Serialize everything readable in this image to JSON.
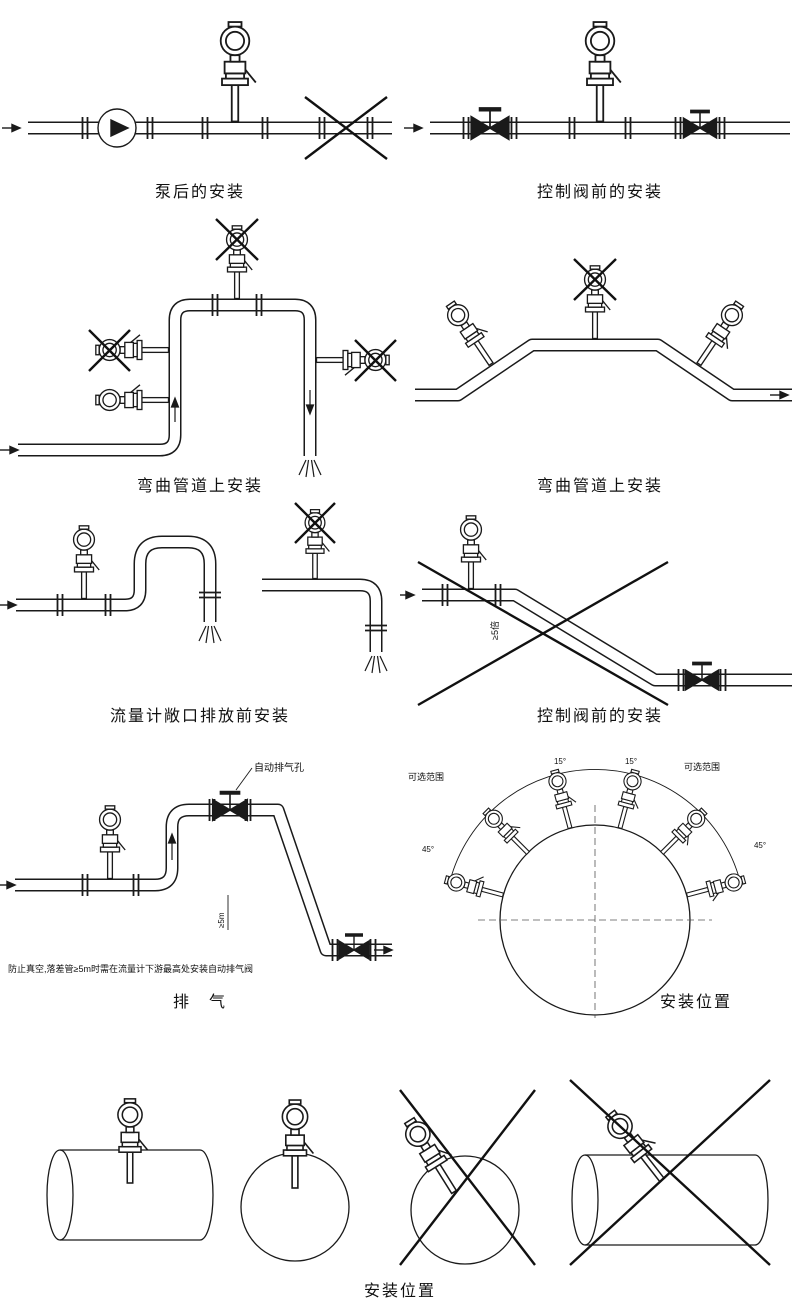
{
  "page": {
    "bg": "#ffffff",
    "line_color": "#1a1a1a"
  },
  "captions": {
    "pump_after": "泵后的安装",
    "valve_before_1": "控制阀前的安装",
    "bend_left": "弯曲管道上安装",
    "bend_right": "弯曲管道上安装",
    "open_discharge": "流量计敞口排放前安装",
    "valve_before_2": "控制阀前的安装",
    "venting": "排　气",
    "position_circle": "安装位置",
    "position_bottom": "安装位置"
  },
  "labels": {
    "auto_vent": "自动排气孔",
    "drop_height": "≥5m",
    "distance": "≥5倍",
    "vent_note": "防止真空,落差管≥5m时需在流量计下游最高处安装自动排气阀",
    "range_left": "可选范围",
    "range_right": "可选范围",
    "angle15_left": "15°",
    "angle15_right": "15°",
    "angle45_left": "45°",
    "angle45_right": "45°"
  }
}
